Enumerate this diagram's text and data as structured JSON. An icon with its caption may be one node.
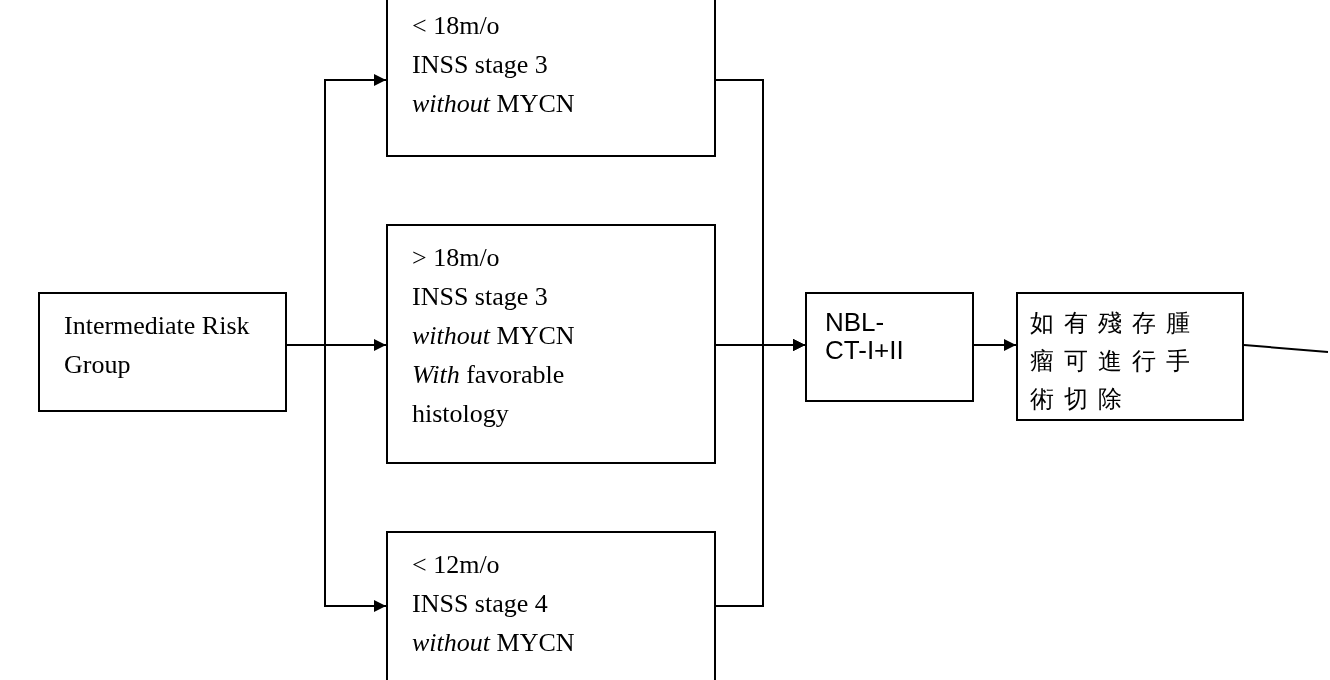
{
  "diagram": {
    "nodes": [
      {
        "text": [
          "Intermediate Risk Group"
        ]
      },
      {
        "text": [
          "< 18m/o",
          "INSS stage 3",
          "*without* MYCN"
        ]
      },
      {
        "text": [
          "> 18m/o",
          "INSS stage 3",
          "*without* MYCN",
          "*With* favorable histology"
        ]
      },
      {
        "text": [
          "< 12m/o",
          "INSS stage 4",
          "*without* MYCN"
        ]
      },
      {
        "text": [
          "NBL-CT-I+II"
        ]
      },
      {
        "text": [
          "如有殘存腫瘤可進行手術切除"
        ]
      }
    ],
    "edges": [
      {
        "from": 0,
        "to": 1,
        "arrow": "to"
      },
      {
        "from": 0,
        "to": 2,
        "arrow": "to"
      },
      {
        "from": 0,
        "to": 3,
        "arrow": "to"
      },
      {
        "from": 1,
        "to": 4,
        "arrow": "to"
      },
      {
        "from": 2,
        "to": 4,
        "arrow": "to"
      },
      {
        "from": 3,
        "to": 4,
        "arrow": "to"
      },
      {
        "from": 4,
        "to": 5,
        "arrow": "to"
      },
      {
        "from": 5,
        "to": null,
        "arrow": "none"
      }
    ]
  }
}
